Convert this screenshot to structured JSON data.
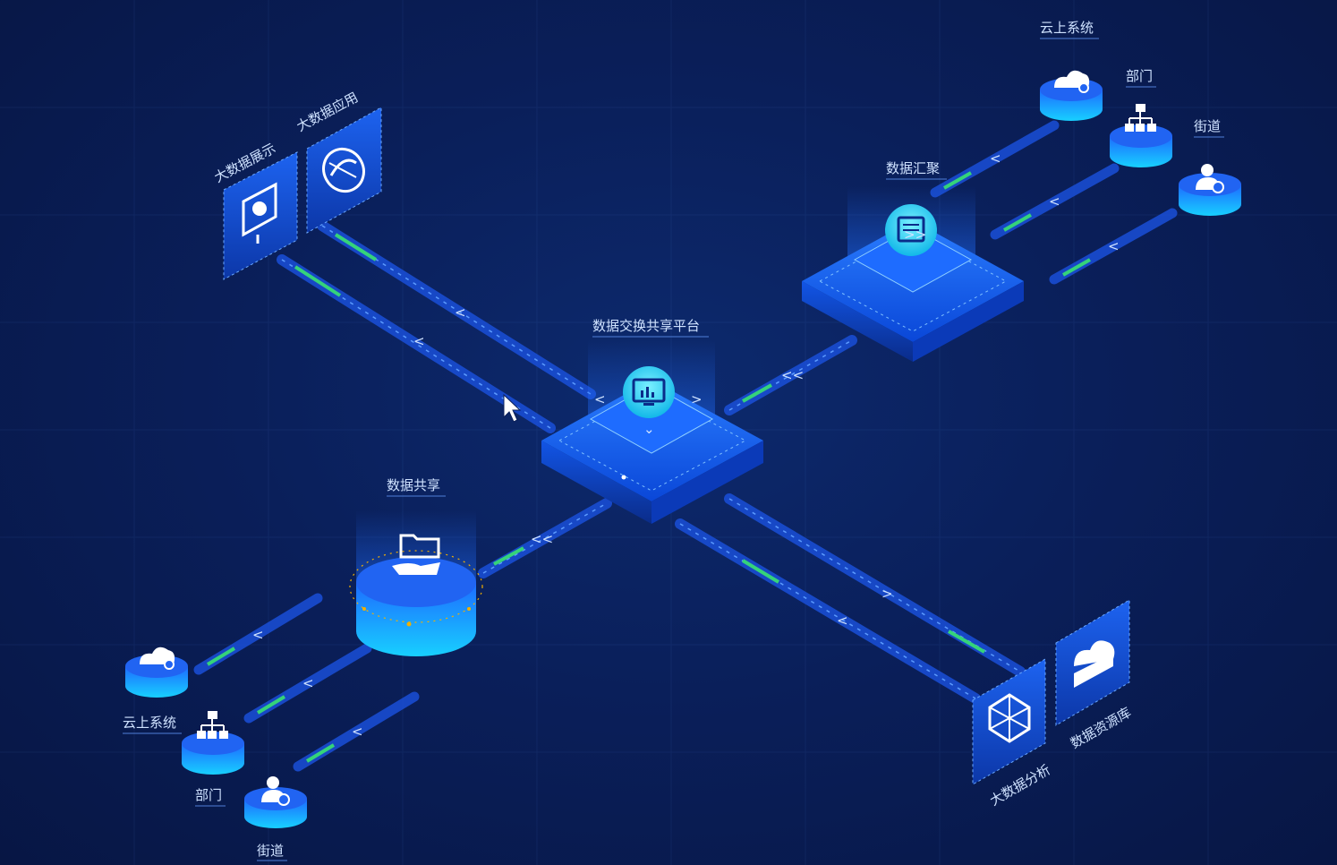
{
  "center_node": {
    "label": "数据交换共享平台",
    "icon": "monitor-chart-icon"
  },
  "aggregate_node": {
    "label": "数据汇聚",
    "icon": "data-server-icon"
  },
  "share_node": {
    "label": "数据共享",
    "icon": "folder-hand-icon"
  },
  "app_panels": [
    {
      "label": "大数据展示",
      "icon": "monitor-pie-icon"
    },
    {
      "label": "大数据应用",
      "icon": "globe-icon"
    }
  ],
  "analysis_panels": [
    {
      "label": "大数据分析",
      "icon": "network-hex-icon"
    },
    {
      "label": "数据资源库",
      "icon": "cloud-database-icon"
    }
  ],
  "sources_top_right": [
    {
      "label": "云上系统",
      "icon": "cloud-gear-icon"
    },
    {
      "label": "部门",
      "icon": "org-chart-icon"
    },
    {
      "label": "街道",
      "icon": "user-settings-icon"
    }
  ],
  "sources_bottom_left": [
    {
      "label": "云上系统",
      "icon": "cloud-gear-icon"
    },
    {
      "label": "部门",
      "icon": "org-chart-icon"
    },
    {
      "label": "街道",
      "icon": "user-settings-icon"
    }
  ],
  "colors": {
    "background": "#0a1f5a",
    "accent": "#1e6bff",
    "cyan": "#19d6ff",
    "green": "#35d37a",
    "arrow": "#f2b000"
  }
}
